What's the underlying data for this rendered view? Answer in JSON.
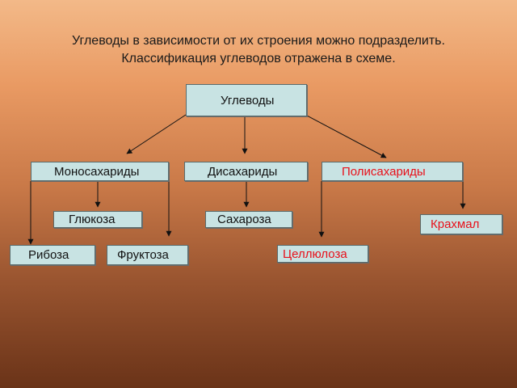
{
  "title_line1": "Углеводы в зависимости от их строения можно подразделить.",
  "title_line2": "Классификация углеводов отражена в схеме.",
  "nodes": {
    "root": "Углеводы",
    "mono": "Моносахариды",
    "di": "Дисахариды",
    "poly": "Полисахариды",
    "glucose": "Глюкоза",
    "sucrose": "Сахароза",
    "starch": "Крахмал",
    "ribose": "Рибоза",
    "fructose": "Фруктоза",
    "cellulose": "Целлюлоза"
  },
  "colors": {
    "highlight_text": "#e8101a",
    "box_fill": "#c8e3e3"
  }
}
